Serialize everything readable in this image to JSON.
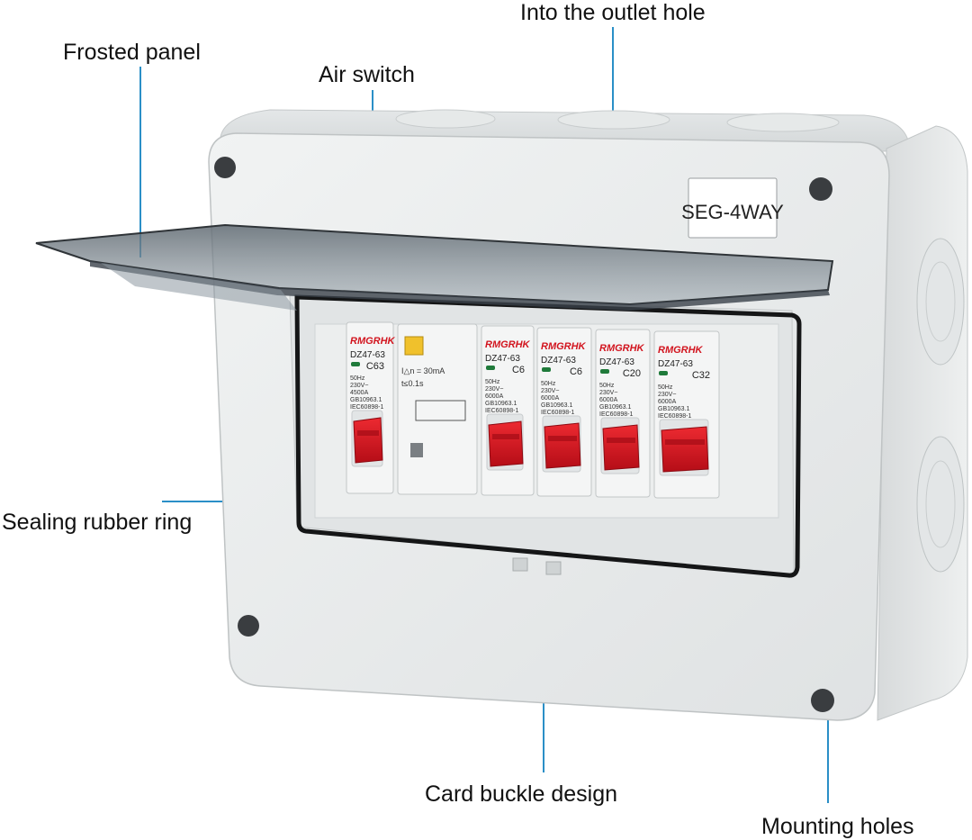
{
  "callouts": {
    "outlet": "Into the outlet hole",
    "panel": "Frosted panel",
    "air_switch": "Air switch",
    "sealing": "Sealing rubber ring",
    "buckle": "Card buckle design",
    "mounting": "Mounting holes"
  },
  "enclosure": {
    "label": "SEG-4WAY"
  },
  "breakers": [
    {
      "brand": "RMGRHK",
      "model": "DZ47-63",
      "rating": "C63",
      "spec": [
        "50Hz",
        "230V~",
        "4500A",
        "GB10963.1",
        "IEC60898-1"
      ]
    },
    {
      "brand": "",
      "model": "",
      "rating": "",
      "spec": [
        "I△n = 30mA",
        "t≤0.1s"
      ]
    },
    {
      "brand": "RMGRHK",
      "model": "DZ47-63",
      "rating": "C6",
      "spec": [
        "50Hz",
        "230V~",
        "6000A",
        "GB10963.1",
        "IEC60898-1"
      ]
    },
    {
      "brand": "RMGRHK",
      "model": "DZ47-63",
      "rating": "C6",
      "spec": [
        "50Hz",
        "230V~",
        "6000A",
        "GB10963.1",
        "IEC60898-1"
      ]
    },
    {
      "brand": "RMGRHK",
      "model": "DZ47-63",
      "rating": "C20",
      "spec": [
        "50Hz",
        "230V~",
        "6000A",
        "GB10963.1",
        "IEC60898-1"
      ]
    },
    {
      "brand": "RMGRHK",
      "model": "DZ47-63",
      "rating": "C32",
      "spec": [
        "50Hz",
        "230V~",
        "6000A",
        "GB10963.1",
        "IEC60898-1"
      ]
    }
  ],
  "colors": {
    "leader": "#2a8fc7",
    "handle": "#d2141e",
    "brand": "#d2141e",
    "body": "#e9ecec"
  }
}
